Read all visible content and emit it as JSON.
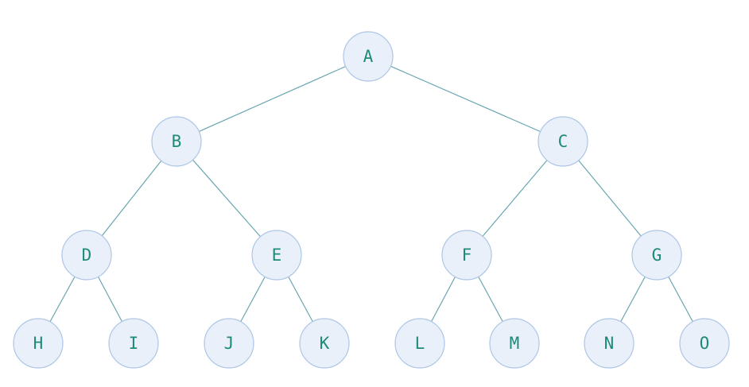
{
  "diagram": {
    "type": "binary-tree",
    "colors": {
      "edge": "#6aa6b3",
      "node_fill": "#e9f0fa",
      "node_stroke": "#aec6e6",
      "label": "#1d8b78"
    },
    "nodes": [
      {
        "id": "A",
        "label": "A"
      },
      {
        "id": "B",
        "label": "B"
      },
      {
        "id": "C",
        "label": "C"
      },
      {
        "id": "D",
        "label": "D"
      },
      {
        "id": "E",
        "label": "E"
      },
      {
        "id": "F",
        "label": "F"
      },
      {
        "id": "G",
        "label": "G"
      },
      {
        "id": "H",
        "label": "H"
      },
      {
        "id": "I",
        "label": "I"
      },
      {
        "id": "J",
        "label": "J"
      },
      {
        "id": "K",
        "label": "K"
      },
      {
        "id": "L",
        "label": "L"
      },
      {
        "id": "M",
        "label": "M"
      },
      {
        "id": "N",
        "label": "N"
      },
      {
        "id": "O",
        "label": "O"
      }
    ],
    "edges": [
      [
        "A",
        "B"
      ],
      [
        "A",
        "C"
      ],
      [
        "B",
        "D"
      ],
      [
        "B",
        "E"
      ],
      [
        "C",
        "F"
      ],
      [
        "C",
        "G"
      ],
      [
        "D",
        "H"
      ],
      [
        "D",
        "I"
      ],
      [
        "E",
        "J"
      ],
      [
        "E",
        "K"
      ],
      [
        "F",
        "L"
      ],
      [
        "F",
        "M"
      ],
      [
        "G",
        "N"
      ],
      [
        "G",
        "O"
      ]
    ]
  }
}
